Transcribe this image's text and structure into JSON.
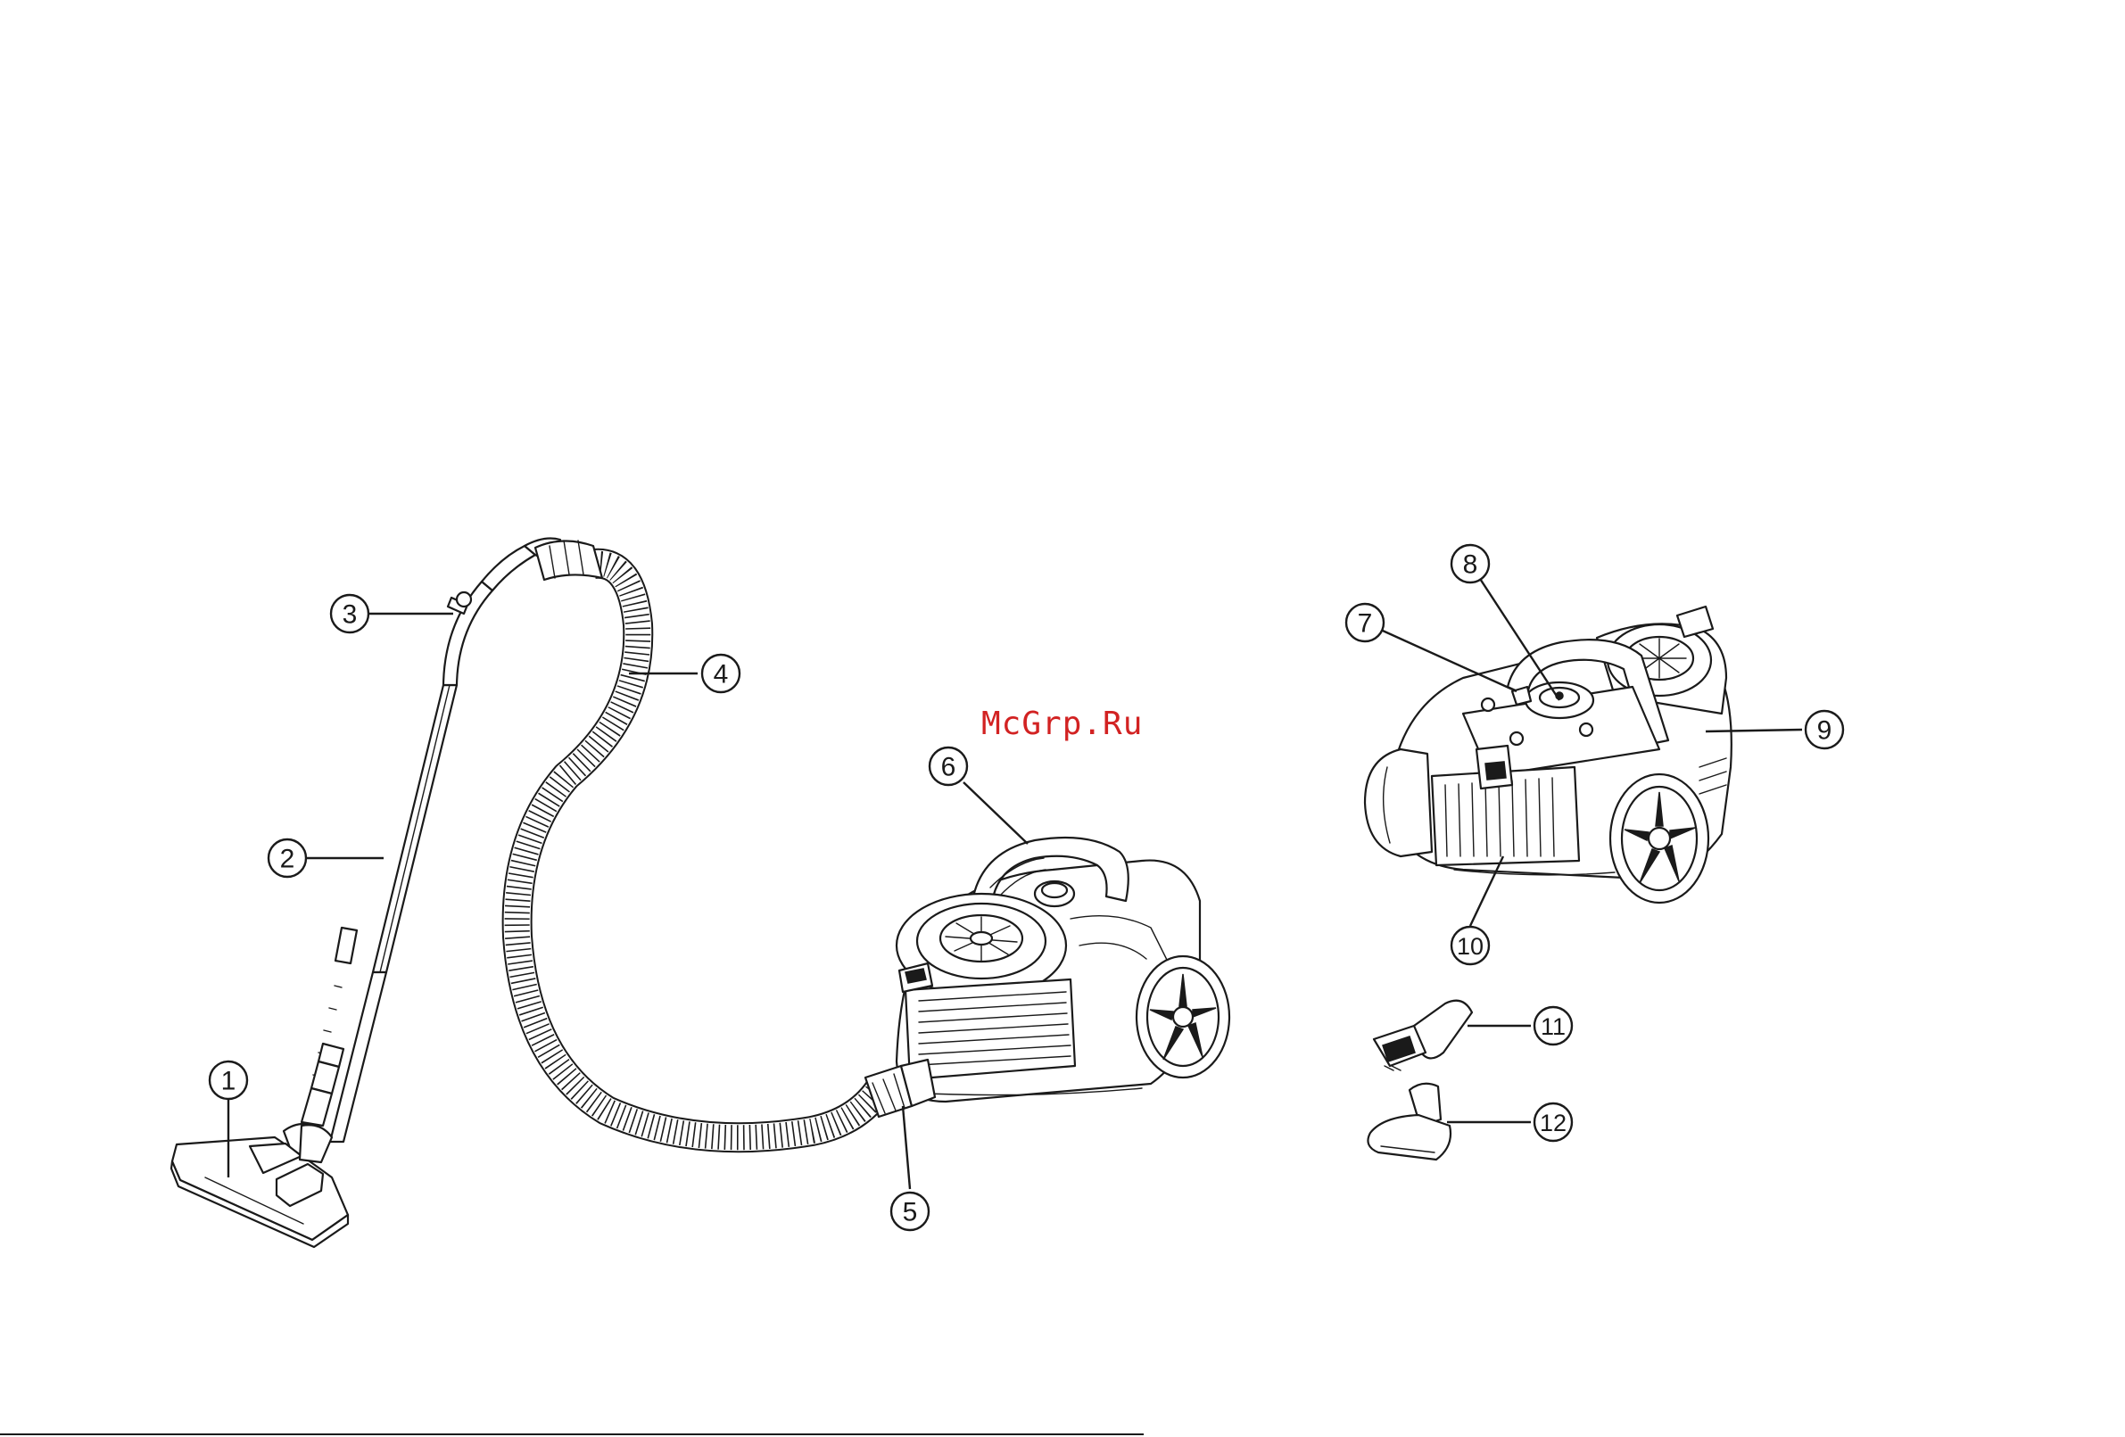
{
  "watermark": "McGrp.Ru",
  "callouts": [
    {
      "number": "1",
      "name": "floor-brush-nozzle"
    },
    {
      "number": "2",
      "name": "telescopic-tube"
    },
    {
      "number": "3",
      "name": "hose-handle"
    },
    {
      "number": "4",
      "name": "flexible-hose"
    },
    {
      "number": "5",
      "name": "hose-inlet-connector"
    },
    {
      "number": "6",
      "name": "carry-handle"
    },
    {
      "number": "7",
      "name": "power-button"
    },
    {
      "number": "8",
      "name": "power-control-knob"
    },
    {
      "number": "9",
      "name": "cord-rewind-button"
    },
    {
      "number": "10",
      "name": "exhaust-filter-grille"
    },
    {
      "number": "11",
      "name": "crevice-brush-tool"
    },
    {
      "number": "12",
      "name": "upholstery-nozzle"
    }
  ]
}
